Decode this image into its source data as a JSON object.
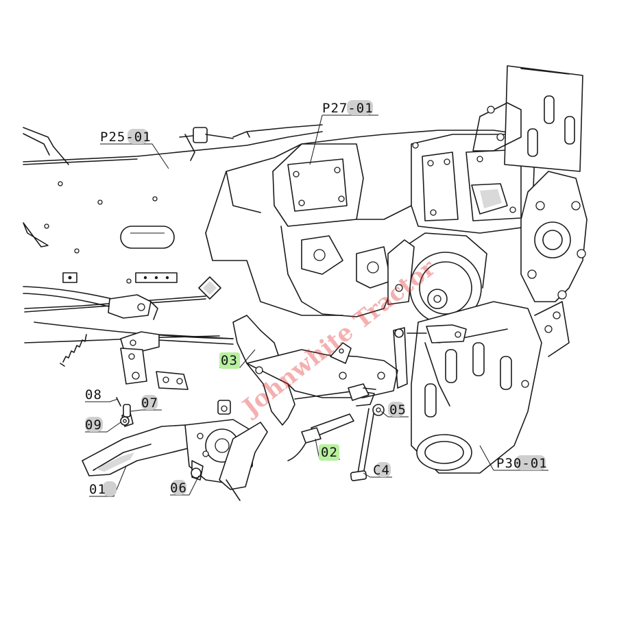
{
  "diagram": {
    "callouts": [
      {
        "id": "P25-01",
        "text": "P25-01",
        "highlight": "gray"
      },
      {
        "id": "P27-01",
        "text": "P27-01",
        "highlight": "gray"
      },
      {
        "id": "P30-01",
        "text": "P30-01",
        "highlight": "gray"
      },
      {
        "id": "01",
        "text": "01",
        "highlight": "gray"
      },
      {
        "id": "02",
        "text": "02",
        "highlight": "green"
      },
      {
        "id": "03",
        "text": "03",
        "highlight": "green"
      },
      {
        "id": "04",
        "text": "C4",
        "highlight": "gray"
      },
      {
        "id": "05",
        "text": "05",
        "highlight": "gray"
      },
      {
        "id": "06",
        "text": "06",
        "highlight": "gray"
      },
      {
        "id": "07",
        "text": "07",
        "highlight": "gray"
      },
      {
        "id": "08",
        "text": "08",
        "highlight": "none"
      },
      {
        "id": "09",
        "text": "09",
        "highlight": "gray"
      }
    ],
    "highlight_colors": {
      "gray": "#cfcfcf",
      "green": "#b8f0a0"
    },
    "line_color": "#1a1a1a",
    "watermark_color": "#e02020"
  }
}
